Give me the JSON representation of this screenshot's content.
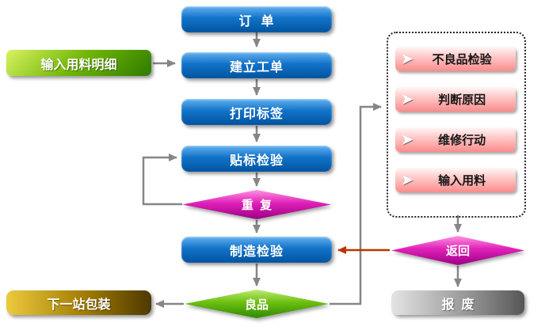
{
  "nodes": {
    "order": {
      "label": "订  单"
    },
    "input_material_detail": {
      "label": "输入用料明细"
    },
    "create_work_order": {
      "label": "建立工单"
    },
    "print_label": {
      "label": "打印标签"
    },
    "label_inspection": {
      "label": "贴标检验"
    },
    "repeat": {
      "label": "重  复"
    },
    "manufacturing_inspection": {
      "label": "制造检验"
    },
    "next_station_packaging": {
      "label": "下一站包装"
    },
    "good_product": {
      "label": "良品"
    },
    "return_check": {
      "label": "返回"
    },
    "scrap": {
      "label": "报  废"
    }
  },
  "rework": {
    "items": [
      {
        "label": "不良品检验"
      },
      {
        "label": "判断原因"
      },
      {
        "label": "维修行动"
      },
      {
        "label": "输入用料"
      }
    ]
  },
  "icons": {
    "step_arrow": "➤"
  },
  "colors": {
    "process_blue": "#0a66c2",
    "decision_magenta": "#cc00aa",
    "decision_green": "#4e9a06",
    "input_green": "#73b807",
    "packaging_olive": "#9a7400",
    "scrap_gray": "#8a8a8a",
    "rework_pink": "#fb8b8b",
    "arrow_gray": "#868686",
    "arrow_red": "#bb3300"
  }
}
